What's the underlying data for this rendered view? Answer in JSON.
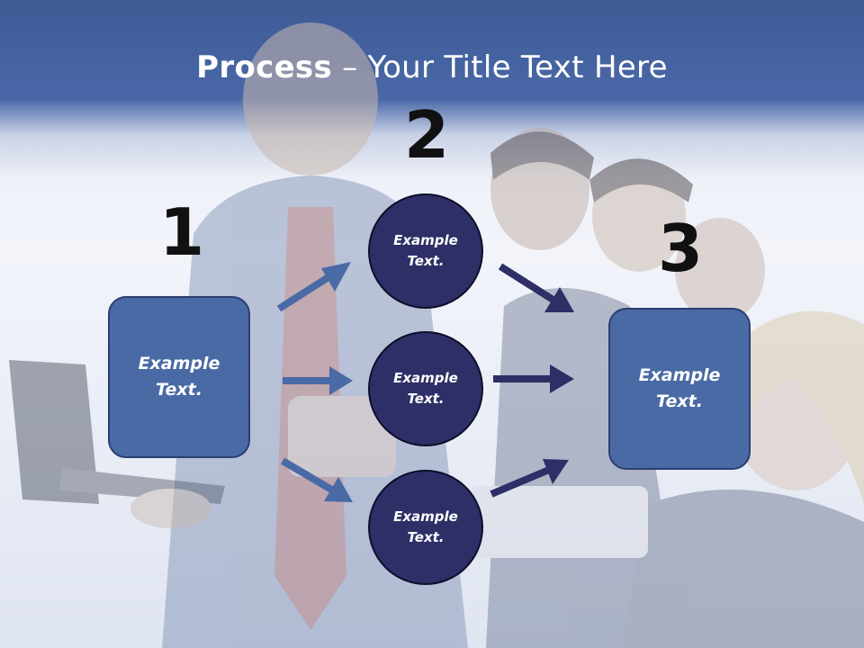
{
  "title": {
    "bold": "Process",
    "rest": "– Your Title Text Here"
  },
  "steps": {
    "step1": {
      "number": "1",
      "text": "Example Text."
    },
    "step2": {
      "number": "2"
    },
    "step3": {
      "number": "3",
      "text": "Example Text."
    }
  },
  "circles": [
    {
      "text": "Example Text."
    },
    {
      "text": "Example Text."
    },
    {
      "text": "Example Text."
    }
  ],
  "colors": {
    "header": "#4a68a8",
    "box": "#4a6aa5",
    "circle": "#2d2f66",
    "arrow_left": "#4a6aa5",
    "arrow_right": "#2d2f66"
  }
}
